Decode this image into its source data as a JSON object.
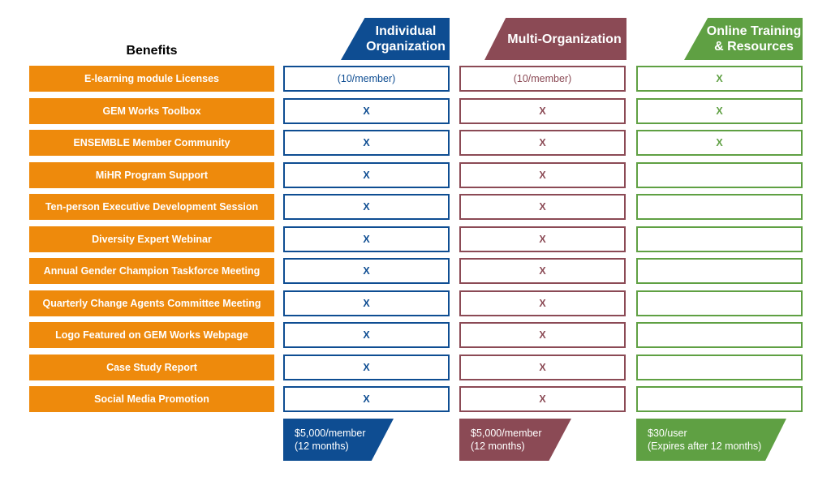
{
  "benefits_heading": "Benefits",
  "plans": [
    {
      "name": "Individual\nOrganization",
      "price": "$5,000/member\n(12 months)",
      "color": "#0e4d92"
    },
    {
      "name": "Multi-Organization",
      "price": "$5,000/member\n(12 months)",
      "color": "#8b4a55"
    },
    {
      "name": "Online Training\n& Resources",
      "price": "$30/user\n(Expires after 12 months)",
      "color": "#5fa043"
    }
  ],
  "benefit_color": "#ee8a0c",
  "rows": [
    {
      "benefit": "E-learning module Licenses",
      "individual": "(10/member)",
      "multi": "(10/member)",
      "online": "X"
    },
    {
      "benefit": "GEM Works Toolbox",
      "individual": "X",
      "multi": "X",
      "online": "X"
    },
    {
      "benefit": "ENSEMBLE Member Community",
      "individual": "X",
      "multi": "X",
      "online": "X"
    },
    {
      "benefit": "MiHR Program Support",
      "individual": "X",
      "multi": "X",
      "online": ""
    },
    {
      "benefit": "Ten-person Executive Development Session",
      "individual": "X",
      "multi": "X",
      "online": ""
    },
    {
      "benefit": "Diversity Expert Webinar",
      "individual": "X",
      "multi": "X",
      "online": ""
    },
    {
      "benefit": "Annual Gender Champion Taskforce Meeting",
      "individual": "X",
      "multi": "X",
      "online": ""
    },
    {
      "benefit": "Quarterly Change Agents Committee Meeting",
      "individual": "X",
      "multi": "X",
      "online": ""
    },
    {
      "benefit": "Logo Featured on GEM Works Webpage",
      "individual": "X",
      "multi": "X",
      "online": ""
    },
    {
      "benefit": "Case Study Report",
      "individual": "X",
      "multi": "X",
      "online": ""
    },
    {
      "benefit": "Social Media Promotion",
      "individual": "X",
      "multi": "X",
      "online": ""
    }
  ]
}
